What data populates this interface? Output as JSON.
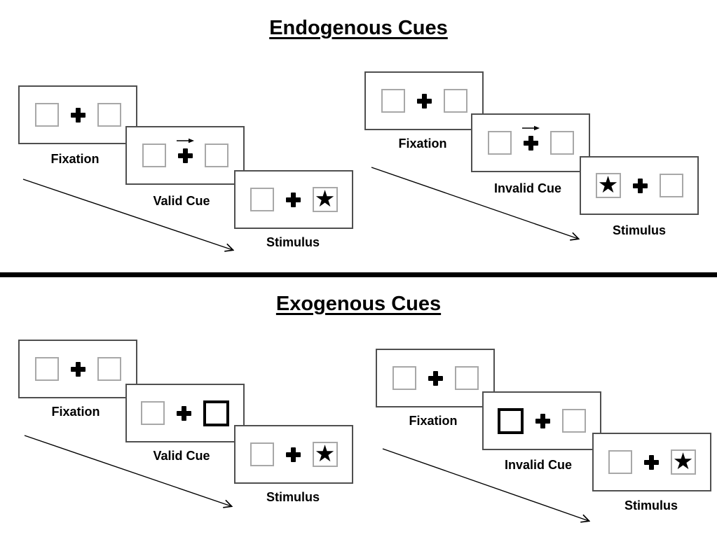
{
  "colors": {
    "foreground": "#000000",
    "panel_border": "#4f4f4f",
    "box_border": "#a8a8a8",
    "background": "#ffffff"
  },
  "icons": {
    "star_char": "★",
    "fixation_cross": "heavy-plus-shape",
    "cue_arrow": "right-arrow"
  },
  "sections": [
    {
      "title": "Endogenous Cues",
      "groups": [
        {
          "trial": "valid",
          "panels": [
            {
              "label": "Fixation",
              "left_box": "empty",
              "center": "plus",
              "right_box": "empty"
            },
            {
              "label": "Valid Cue",
              "left_box": "empty",
              "center": "plus-with-arrow",
              "right_box": "empty"
            },
            {
              "label": "Stimulus",
              "left_box": "empty",
              "center": "plus",
              "right_box": "star"
            }
          ]
        },
        {
          "trial": "invalid",
          "panels": [
            {
              "label": "Fixation",
              "left_box": "empty",
              "center": "plus",
              "right_box": "empty"
            },
            {
              "label": "Invalid Cue",
              "left_box": "empty",
              "center": "plus-with-arrow",
              "right_box": "empty"
            },
            {
              "label": "Stimulus",
              "left_box": "star",
              "center": "plus",
              "right_box": "empty"
            }
          ]
        }
      ]
    },
    {
      "title": "Exogenous Cues",
      "groups": [
        {
          "trial": "valid",
          "panels": [
            {
              "label": "Fixation",
              "left_box": "empty",
              "center": "plus",
              "right_box": "empty"
            },
            {
              "label": "Valid Cue",
              "left_box": "empty",
              "center": "plus",
              "right_box": "bold"
            },
            {
              "label": "Stimulus",
              "left_box": "empty",
              "center": "plus",
              "right_box": "star"
            }
          ]
        },
        {
          "trial": "invalid",
          "panels": [
            {
              "label": "Fixation",
              "left_box": "empty",
              "center": "plus",
              "right_box": "empty"
            },
            {
              "label": "Invalid Cue",
              "left_box": "bold",
              "center": "plus",
              "right_box": "empty"
            },
            {
              "label": "Stimulus",
              "left_box": "empty",
              "center": "plus",
              "right_box": "star"
            }
          ]
        }
      ]
    }
  ]
}
